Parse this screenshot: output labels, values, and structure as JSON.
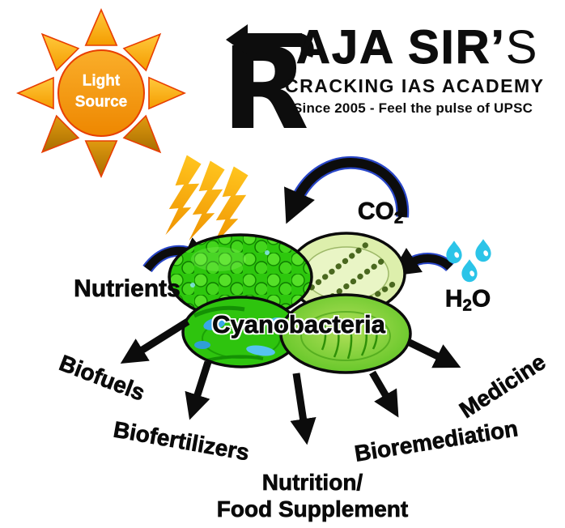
{
  "logo": {
    "mark": "R",
    "name_rest": "AJA SIR’",
    "name_suffix": "S",
    "tagline": "CRACKING IAS ACADEMY",
    "slogan": "Since 2005 - Feel the pulse of UPSC"
  },
  "sun": {
    "label_line1": "Light",
    "label_line2": "Source"
  },
  "inputs": {
    "nutrients": "Nutrients",
    "co2_base": "CO",
    "co2_sub": "2",
    "h2o_h": "H",
    "h2o_sub": "2",
    "h2o_o": "O"
  },
  "center": {
    "label": "Cyanobacteria"
  },
  "outputs": {
    "biofuels": "Biofuels",
    "biofertilizers": "Biofertilizers",
    "nutrition_line1": "Nutrition/",
    "nutrition_line2": "Food Supplement",
    "bioremediation": "Bioremediation",
    "medicine": "Medicine"
  },
  "colors": {
    "sun_orange": "#F29B12",
    "sun_outline": "#E83E00",
    "ray_gold": "#FFB612",
    "bolt_gold": "#F9A825",
    "droplet_cyan": "#2BC4E8",
    "arrow_black": "#0c0c0c",
    "arrow_blue_edge": "#2946C8",
    "cell_green": "#2EC40E",
    "cell_pale_green": "#DDEFAC",
    "text_black": "#0a0a0a"
  }
}
